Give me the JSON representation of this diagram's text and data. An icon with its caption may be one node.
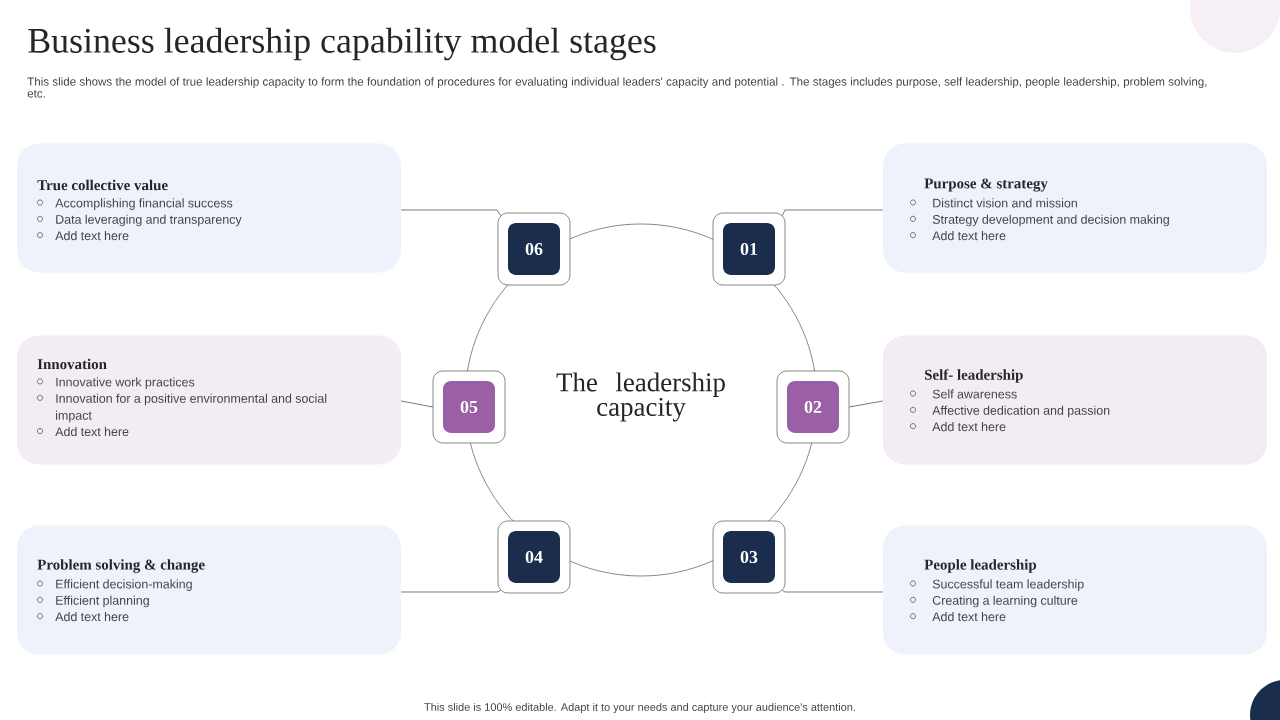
{
  "diagram": {
    "title": "Business leadership capability model stages",
    "caption": "This slide is 100% editable. Adapt it to your needs and capture your audience's attention.",
    "labels": [
      "This slide shows the model of true leadership capacity to form the foundation of procedures for evaluating individual leaders' capacity and potential . The stages includes purpose, self leadership, people leadership, problem solving, etc."
    ],
    "nodes": [
      {
        "text": [
          "True collective value",
          "Accomplishing financial success",
          "Data leveraging and transparency",
          "Add text here"
        ]
      },
      {
        "text": [
          "06"
        ]
      },
      {
        "text": [
          "01"
        ]
      },
      {
        "text": [
          "Purpose & strategy",
          "Distinct vision and mission",
          "Strategy development and decision making",
          "Add text here"
        ]
      },
      {
        "text": [
          "Innovation",
          "Innovative work practices",
          "Innovation for a positive environmental and social impact",
          "Add text here"
        ]
      },
      {
        "text": [
          "05"
        ]
      },
      {
        "text": [
          "The leadership capacity"
        ]
      },
      {
        "text": [
          "02"
        ]
      },
      {
        "text": [
          "Self- leadership",
          "Self awareness",
          "Affective dedication and passion",
          "Add text here"
        ]
      },
      {
        "text": [
          "Problem solving & change",
          "Efficient decision-making",
          "Efficient planning",
          "Add text here"
        ]
      },
      {
        "text": [
          "04"
        ]
      },
      {
        "text": [
          "03"
        ]
      },
      {
        "text": [
          "People leadership",
          "Successful team leadership",
          "Creating a learning culture",
          "Add text here"
        ]
      }
    ],
    "edges": [
      {
        "from": 0,
        "to": 1,
        "arrow": "none"
      },
      {
        "from": 3,
        "to": 2,
        "arrow": "none"
      },
      {
        "from": 4,
        "to": 5,
        "arrow": "none"
      },
      {
        "from": 8,
        "to": 7,
        "arrow": "none"
      },
      {
        "from": 9,
        "to": 10,
        "arrow": "none"
      },
      {
        "from": 12,
        "to": 11,
        "arrow": "none"
      }
    ]
  }
}
